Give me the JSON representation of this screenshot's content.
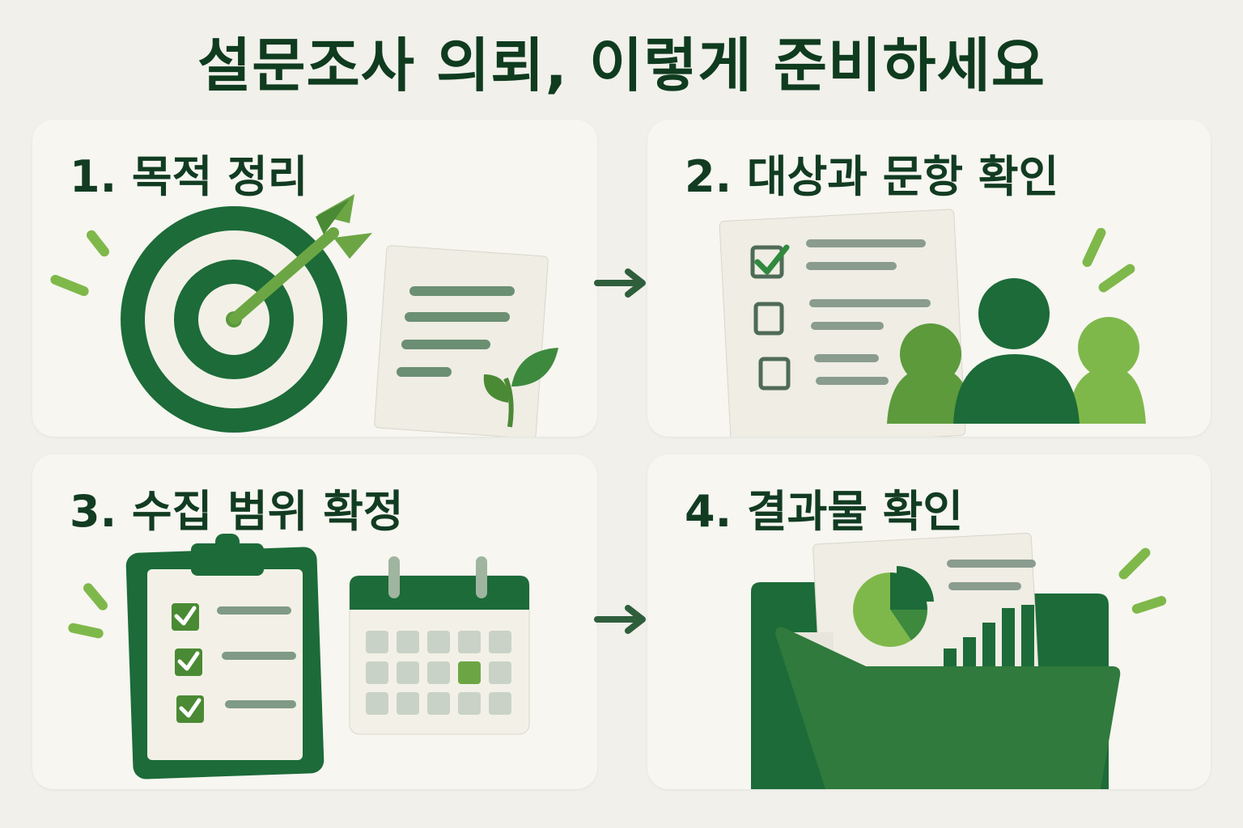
{
  "title": "설문조사 의뢰, 이렇게 준비하세요",
  "steps": [
    {
      "label": "1. 목적 정리",
      "icons": [
        "target-icon",
        "arrow-icon",
        "document-icon",
        "leaf-icon"
      ]
    },
    {
      "label": "2. 대상과 문항 확인",
      "icons": [
        "checklist-icon",
        "people-icon"
      ]
    },
    {
      "label": "3. 수집 범위 확정",
      "icons": [
        "clipboard-icon",
        "calendar-icon"
      ]
    },
    {
      "label": "4. 결과물 확인",
      "icons": [
        "folder-icon",
        "pie-chart-icon",
        "bar-chart-icon"
      ]
    }
  ],
  "colors": {
    "dark_green": "#1c6b38",
    "mid_green": "#3d8a3e",
    "light_green": "#7fb84a",
    "paper": "#f3f1e7",
    "background": "#f1f0ea"
  }
}
